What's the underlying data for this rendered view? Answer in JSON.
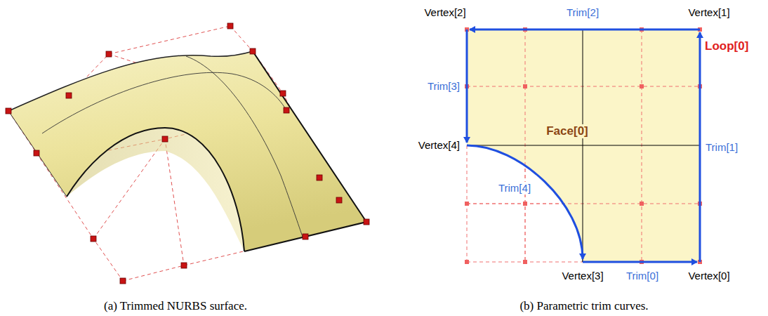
{
  "diagram": {
    "nodes": [
      {
        "text": [
          "Face[0]"
        ]
      }
    ],
    "labels": [
      "Vertex[2]",
      "Trim[2]",
      "Vertex[1]",
      "Loop[0]",
      "Trim[3]",
      "Trim[1]",
      "Vertex[4]",
      "Trim[4]",
      "Vertex[3]",
      "Trim[0]",
      "Vertex[0]",
      "(a) Trimmed NURBS surface.",
      "(b) Parametric trim curves."
    ]
  }
}
